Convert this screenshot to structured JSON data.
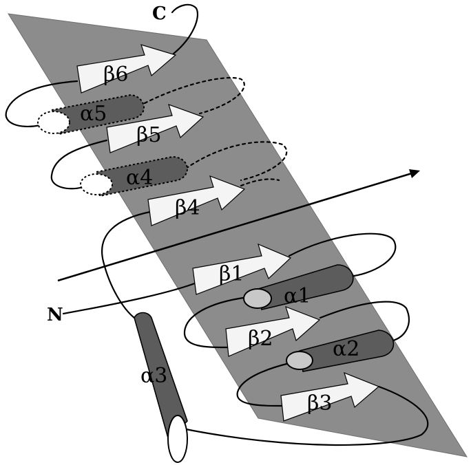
{
  "labels": {
    "c_terminus": "C",
    "n_terminus": "N",
    "beta1": "β1",
    "beta2": "β2",
    "beta3": "β3",
    "beta4": "β4",
    "beta5": "β5",
    "beta6": "β6",
    "alpha1": "α1",
    "alpha2": "α2",
    "alpha3": "α3",
    "alpha4": "α4",
    "alpha5": "α5"
  }
}
